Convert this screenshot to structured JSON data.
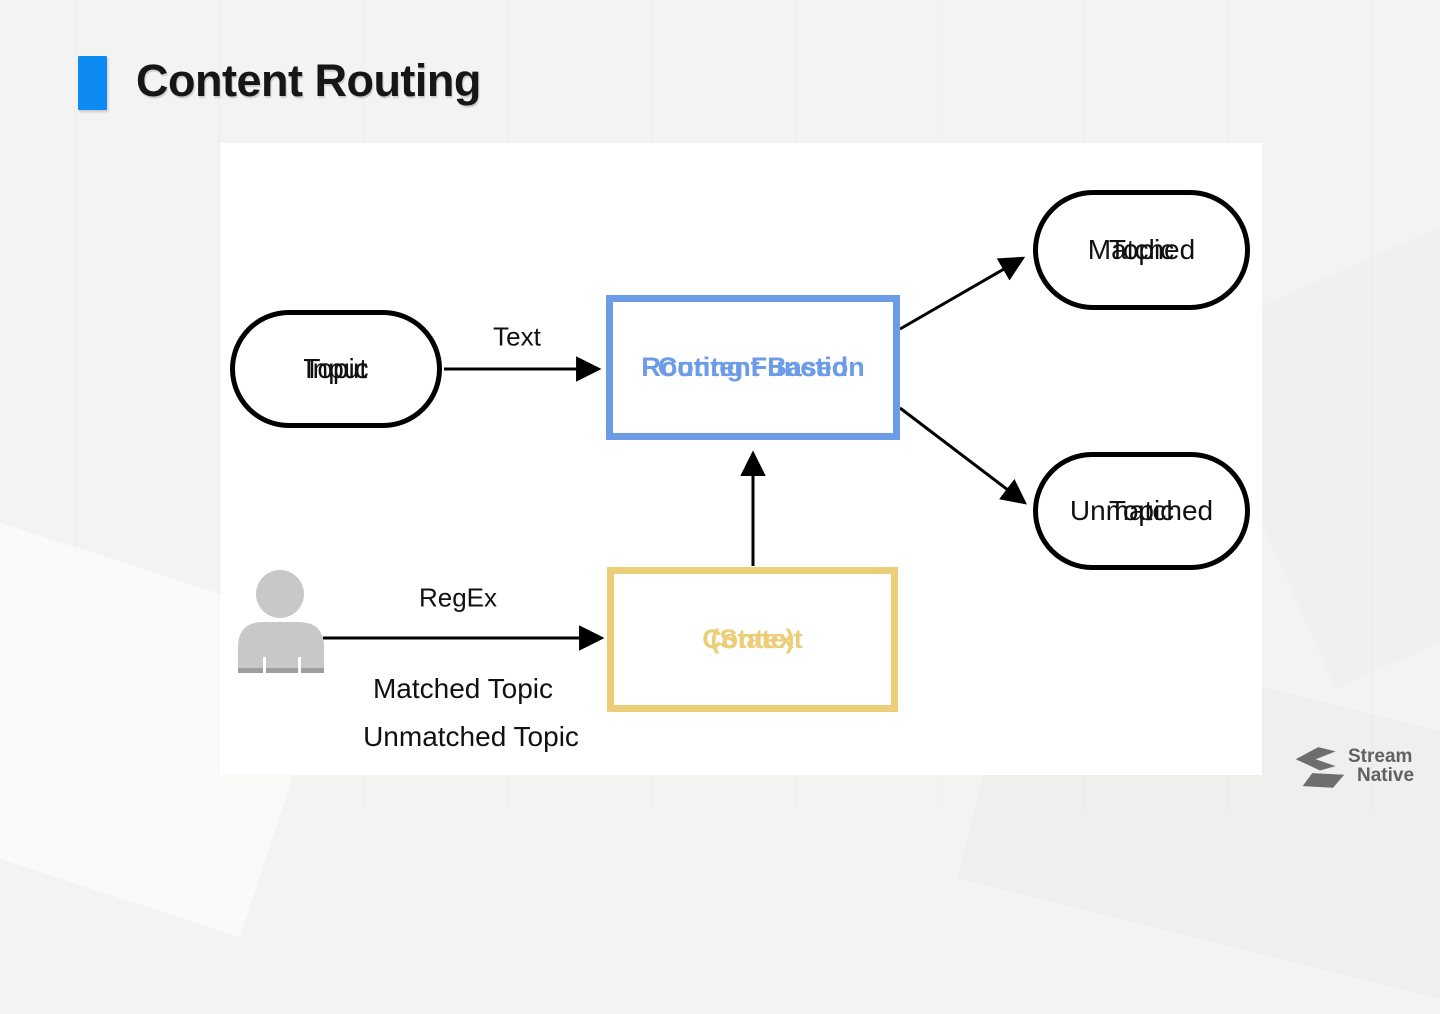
{
  "slide": {
    "title": "Content Routing",
    "accent_color": "#0e8bf2"
  },
  "diagram": {
    "nodes": {
      "input_topic": {
        "line1": "Input",
        "line2": "Topic"
      },
      "routing_function": {
        "line1": "Content Based",
        "line2": "Routing Function",
        "color": "#6c9ce8"
      },
      "matched_topic": {
        "line1": "Matched",
        "line2": "Topic"
      },
      "unmatched_topic": {
        "line1": "Unmatched",
        "line2": "Topic"
      },
      "context_state": {
        "line1": "Context",
        "line2": "(State)",
        "color": "#ecce79"
      }
    },
    "edge_labels": {
      "text_input": "Text",
      "regex": "RegEx",
      "matched": "Matched Topic",
      "unmatched": "Unmatched Topic"
    },
    "stroke_color": "#000000"
  },
  "logo": {
    "line1": "Stream",
    "line2": "Native",
    "color": "#616161"
  }
}
